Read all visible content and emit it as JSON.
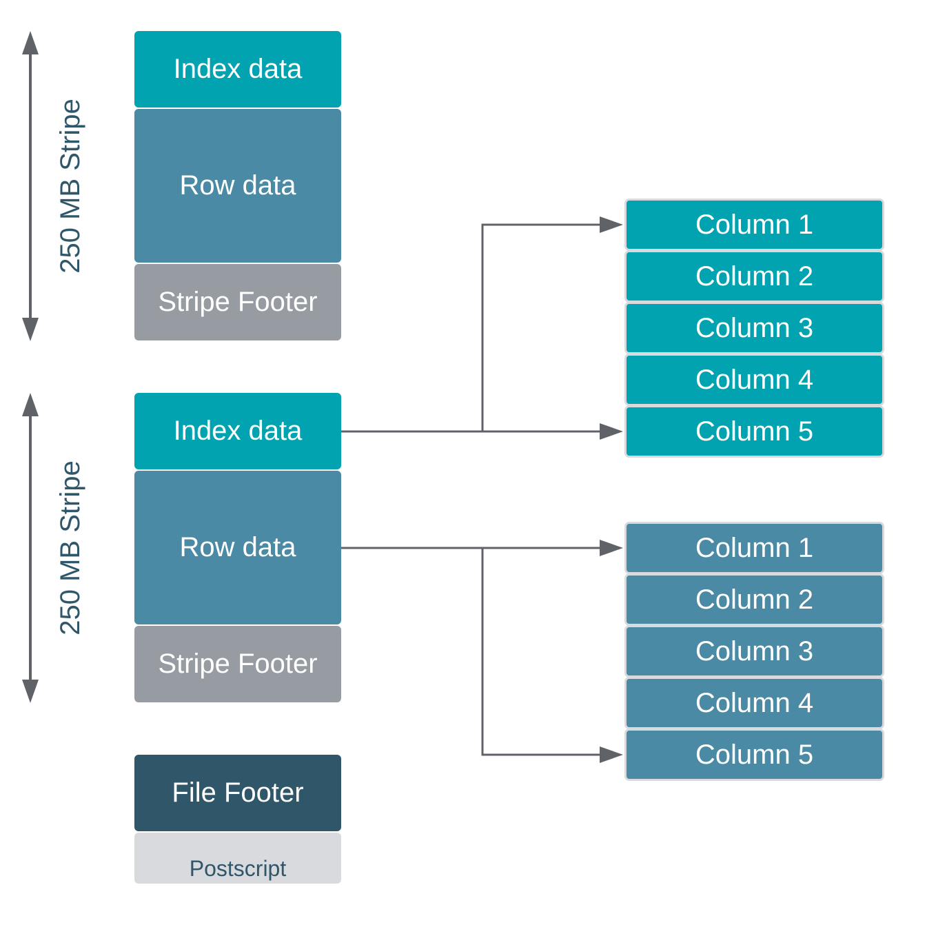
{
  "stripes": [
    {
      "size_label": "250 MB Stripe",
      "index_label": "Index data",
      "row_label": "Row data",
      "footer_label": "Stripe Footer"
    },
    {
      "size_label": "250 MB Stripe",
      "index_label": "Index data",
      "row_label": "Row data",
      "footer_label": "Stripe Footer"
    }
  ],
  "file_footer_label": "File Footer",
  "postscript_label": "Postscript",
  "index_columns": [
    "Column 1",
    "Column 2",
    "Column 3",
    "Column 4",
    "Column 5"
  ],
  "row_columns": [
    "Column 1",
    "Column 2",
    "Column 3",
    "Column 4",
    "Column 5"
  ],
  "colors": {
    "index": "#01a3b0",
    "row": "#4a8aa4",
    "stripe_footer": "#979ca3",
    "file_footer": "#30566a",
    "postscript": "#d8dadd",
    "connector": "#5f6368"
  }
}
